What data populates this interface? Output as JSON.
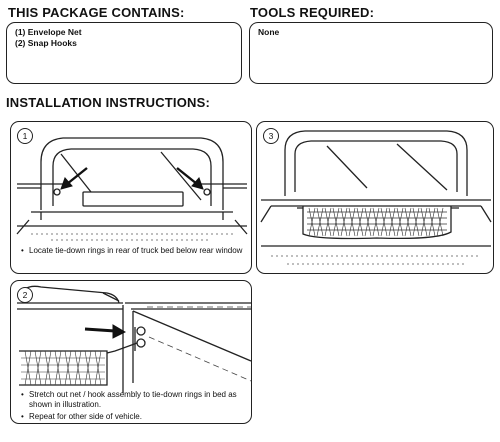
{
  "package": {
    "heading": "THIS PACKAGE CONTAINS:",
    "items": [
      "(1) Envelope Net",
      "(2) Snap Hooks"
    ]
  },
  "tools": {
    "heading": "TOOLS REQUIRED:",
    "items": [
      "None"
    ]
  },
  "instructions": {
    "heading": "INSTALLATION INSTRUCTIONS:",
    "steps": [
      {
        "number": "1",
        "caption": [
          "Locate tie-down rings in rear of truck bed below rear window"
        ]
      },
      {
        "number": "3",
        "caption": []
      },
      {
        "number": "2",
        "caption": [
          "Stretch out net / hook assembly to tie-down rings in bed as shown in illustration.",
          "Repeat for other side of vehicle."
        ]
      }
    ]
  },
  "style": {
    "line_color": "#222222",
    "paper_color": "#ffffff"
  }
}
